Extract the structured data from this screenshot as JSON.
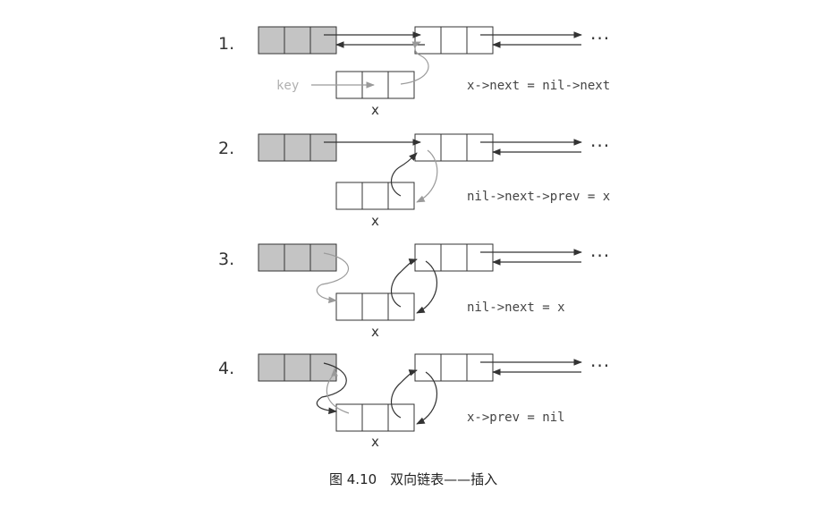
{
  "steps": [
    {
      "number": "1.",
      "code": "x->next = nil->next",
      "key_label": "key",
      "node_label": "x"
    },
    {
      "number": "2.",
      "code": "nil->next->prev = x",
      "node_label": "x"
    },
    {
      "number": "3.",
      "code": "nil->next = x",
      "node_label": "x"
    },
    {
      "number": "4.",
      "code": "x->prev = nil",
      "node_label": "x"
    }
  ],
  "ellipsis": "···",
  "caption": "图 4.10　双向链表——插入",
  "colors": {
    "sentinel_fill": "#c4c4c4",
    "stroke": "#333333",
    "new_pointer": "#9a9a9a"
  }
}
